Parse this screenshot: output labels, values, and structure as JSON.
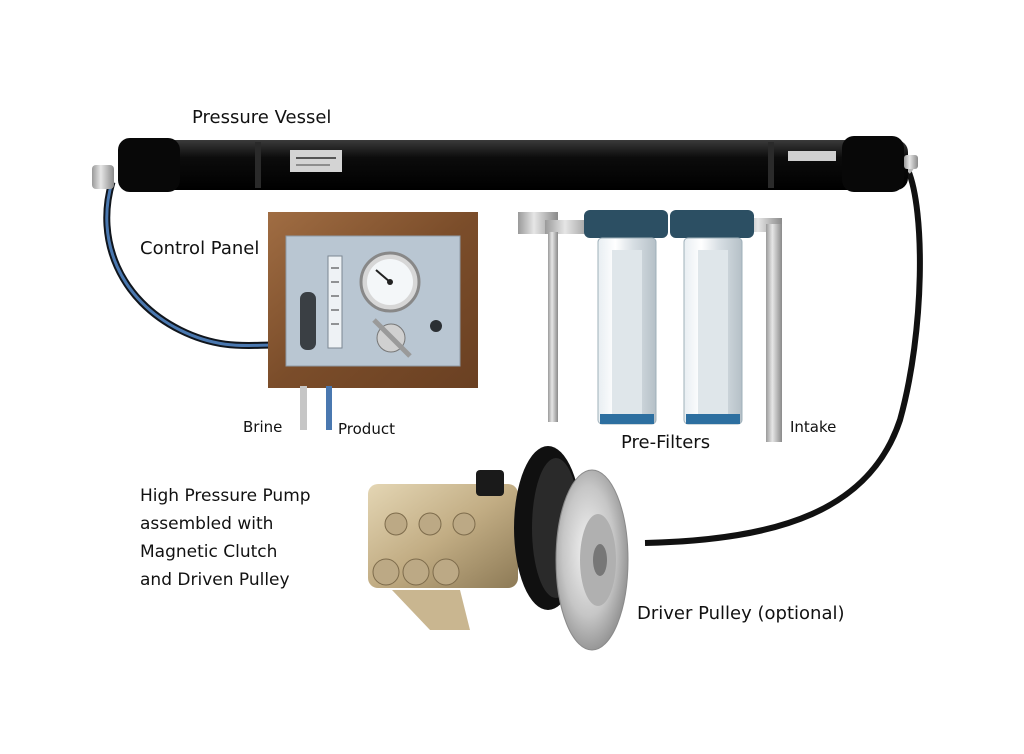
{
  "labels": {
    "pressure_vessel": "Pressure Vessel",
    "control_panel": "Control Panel",
    "brine": "Brine",
    "product": "Product",
    "pre_filters": "Pre-Filters",
    "intake": "Intake",
    "pump_line1": "High Pressure Pump",
    "pump_line2": "assembled with",
    "pump_line3": "Magnetic Clutch",
    "pump_line4": "and Driven Pulley",
    "driver_pulley": "Driver Pulley (optional)"
  },
  "colors": {
    "vessel": "#111111",
    "hose_blue": "#4a78b0",
    "wood": "#8a5a34",
    "panel_plate": "#b9c6d2",
    "filter_cap": "#2c4f63",
    "pump_brass": "#c9b690",
    "pulley": "#cfcfcf"
  },
  "icons": [
    "pressure-gauge-icon",
    "flowmeter-icon",
    "valve-handle-icon"
  ]
}
